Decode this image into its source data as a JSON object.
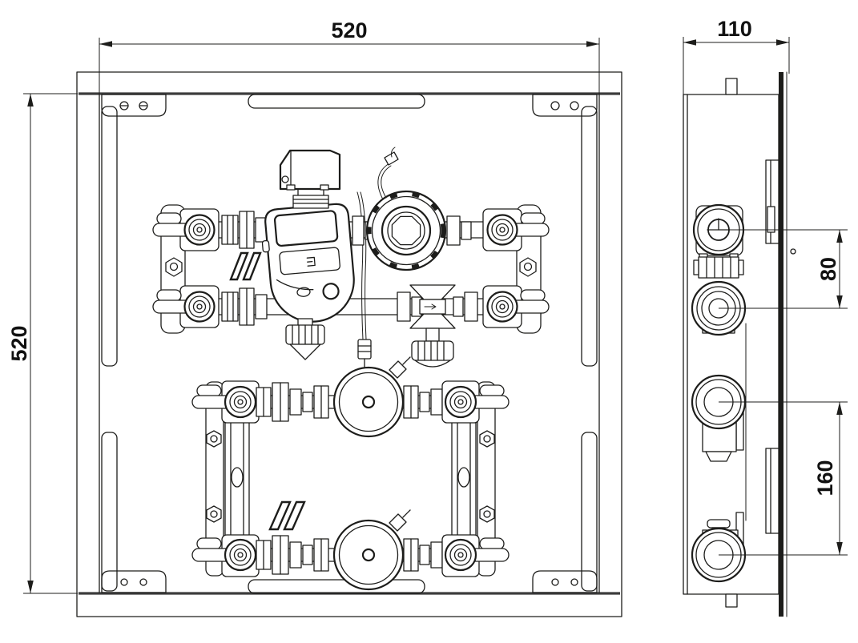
{
  "drawing": {
    "background_color": "#ffffff",
    "line_color": "#1d1d1b",
    "dimensions": {
      "front_width": "520",
      "front_height": "520",
      "side_depth": "110",
      "top_port_spacing": "80",
      "bottom_port_spacing": "160"
    }
  }
}
